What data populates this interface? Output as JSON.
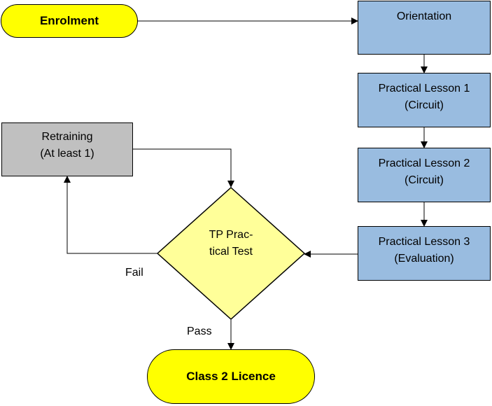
{
  "colors": {
    "terminal": "#ffff00",
    "process": "#99bce0",
    "retraining": "#c0c0c0",
    "decision": "#ffff99",
    "stroke": "#000000"
  },
  "nodes": {
    "enrolment": "Enrolment",
    "orientation": "Orientation",
    "lesson1": {
      "line1": "Practical Lesson 1",
      "line2": "(Circuit)"
    },
    "lesson2": {
      "line1": "Practical Lesson 2",
      "line2": "(Circuit)"
    },
    "lesson3": {
      "line1": "Practical Lesson 3",
      "line2": "(Evaluation)"
    },
    "retraining": {
      "line1": "Retraining",
      "line2": "(At least 1)"
    },
    "test": {
      "line1": "TP Prac-",
      "line2": "tical Test"
    },
    "licence": "Class 2 Licence"
  },
  "edges": {
    "fail_label": "Fail",
    "pass_label": "Pass"
  }
}
